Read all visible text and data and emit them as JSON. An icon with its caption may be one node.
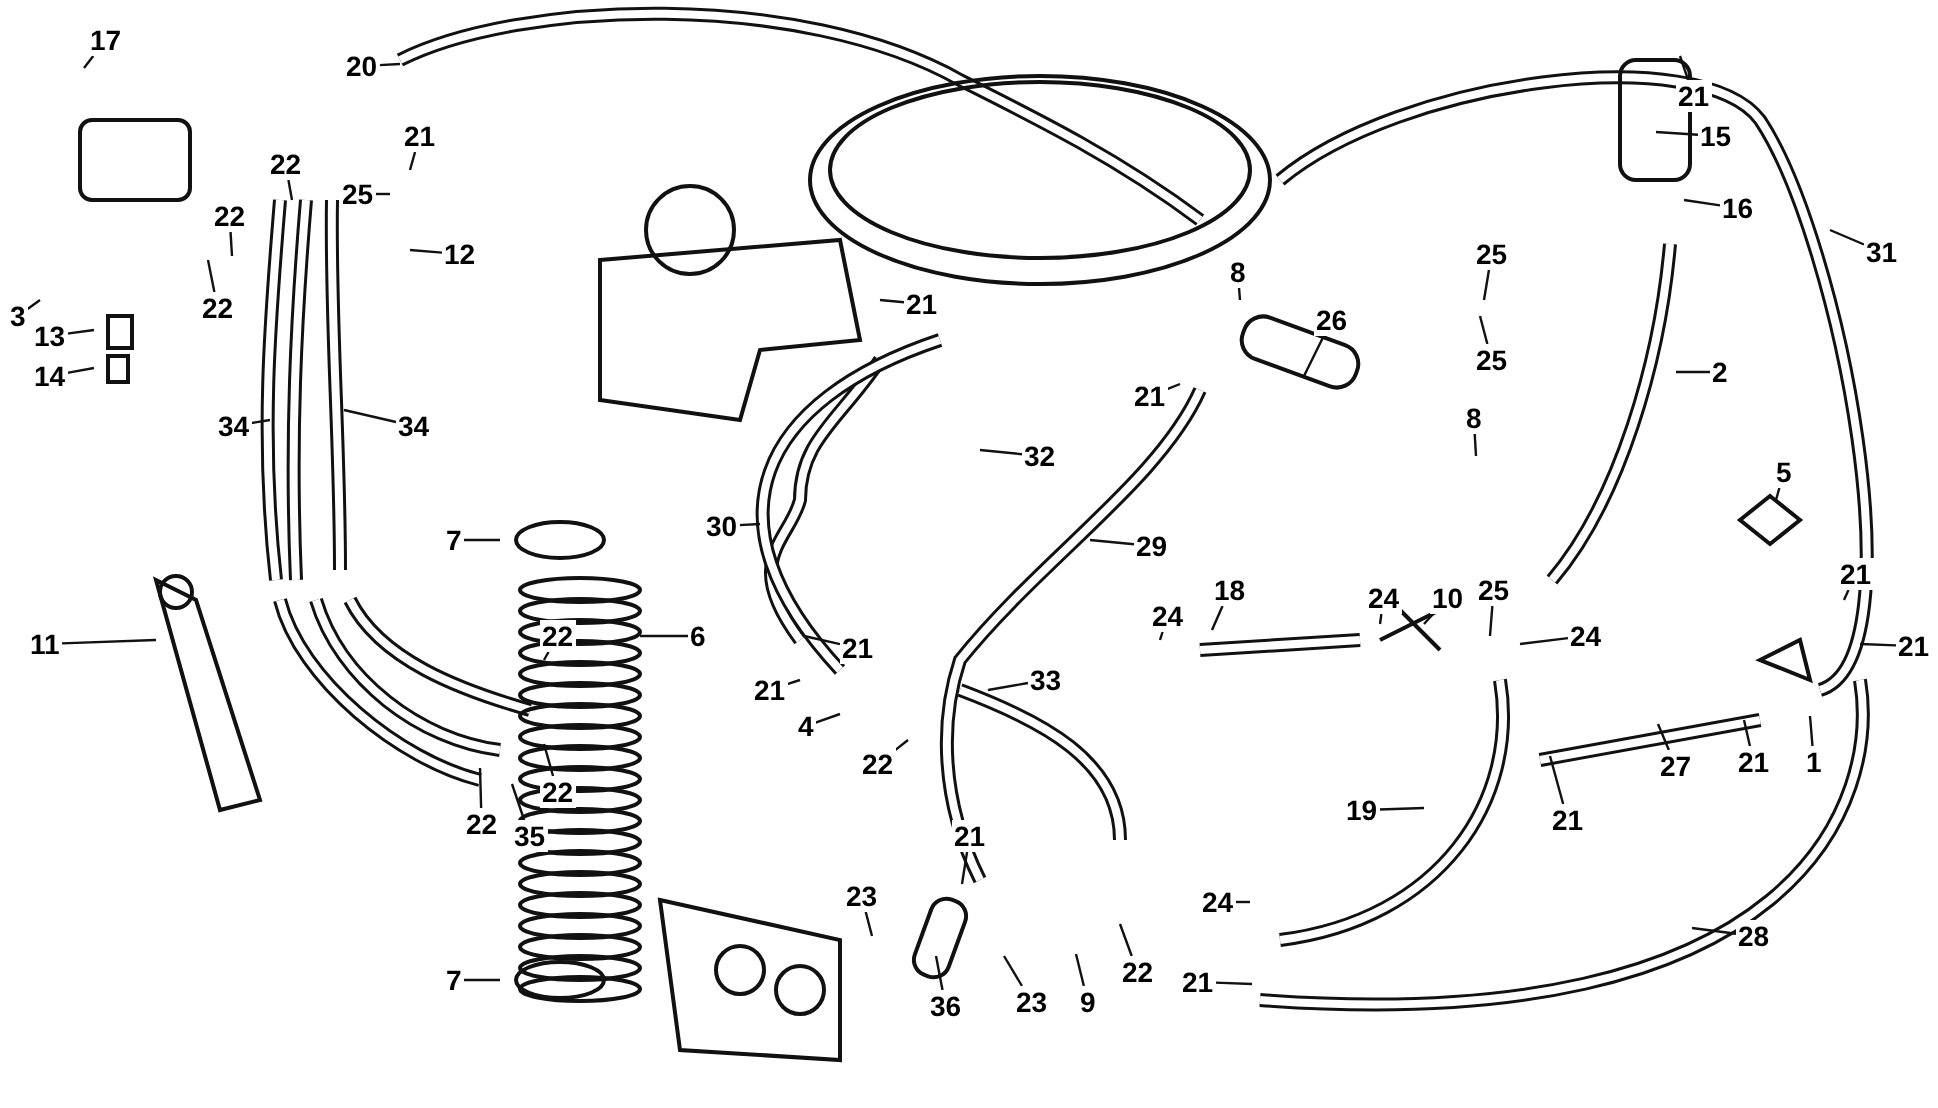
{
  "diagram": {
    "nodes": [
      {
        "text": [
          "17"
        ]
      },
      {
        "text": [
          "20"
        ]
      },
      {
        "text": [
          "21"
        ]
      },
      {
        "text": [
          "25"
        ]
      },
      {
        "text": [
          "22"
        ]
      },
      {
        "text": [
          "22"
        ]
      },
      {
        "text": [
          "22"
        ]
      },
      {
        "text": [
          "12"
        ]
      },
      {
        "text": [
          "3"
        ]
      },
      {
        "text": [
          "13"
        ]
      },
      {
        "text": [
          "14"
        ]
      },
      {
        "text": [
          "21"
        ]
      },
      {
        "text": [
          "21"
        ]
      },
      {
        "text": [
          "15"
        ]
      },
      {
        "text": [
          "16"
        ]
      },
      {
        "text": [
          "31"
        ]
      },
      {
        "text": [
          "8"
        ]
      },
      {
        "text": [
          "25"
        ]
      },
      {
        "text": [
          "25"
        ]
      },
      {
        "text": [
          "7"
        ]
      },
      {
        "text": [
          "34"
        ]
      },
      {
        "text": [
          "34"
        ]
      },
      {
        "text": [
          "8"
        ]
      },
      {
        "text": [
          "26"
        ]
      },
      {
        "text": [
          "21"
        ]
      },
      {
        "text": [
          "2"
        ]
      },
      {
        "text": [
          "32"
        ]
      },
      {
        "text": [
          "5"
        ]
      },
      {
        "text": [
          "30"
        ]
      },
      {
        "text": [
          "29"
        ]
      },
      {
        "text": [
          "21"
        ]
      },
      {
        "text": [
          "21"
        ]
      },
      {
        "text": [
          "6"
        ]
      },
      {
        "text": [
          "22"
        ]
      },
      {
        "text": [
          "11"
        ]
      },
      {
        "text": [
          "4"
        ]
      },
      {
        "text": [
          "22"
        ]
      },
      {
        "text": [
          "18"
        ]
      },
      {
        "text": [
          "24"
        ]
      },
      {
        "text": [
          "24"
        ]
      },
      {
        "text": [
          "10"
        ]
      },
      {
        "text": [
          "25"
        ]
      },
      {
        "text": [
          "24"
        ]
      },
      {
        "text": [
          "21"
        ]
      },
      {
        "text": [
          "21"
        ]
      },
      {
        "text": [
          "33"
        ]
      },
      {
        "text": [
          "1"
        ]
      },
      {
        "text": [
          "21"
        ]
      },
      {
        "text": [
          "21"
        ]
      },
      {
        "text": [
          "27"
        ]
      },
      {
        "text": [
          "22"
        ]
      },
      {
        "text": [
          "22"
        ]
      },
      {
        "text": [
          "35"
        ]
      },
      {
        "text": [
          "19"
        ]
      },
      {
        "text": [
          "21"
        ]
      },
      {
        "text": [
          "23"
        ]
      },
      {
        "text": [
          "28"
        ]
      },
      {
        "text": [
          "24"
        ]
      },
      {
        "text": [
          "22"
        ]
      },
      {
        "text": [
          "36"
        ]
      },
      {
        "text": [
          "23"
        ]
      },
      {
        "text": [
          "9"
        ]
      },
      {
        "text": [
          "7"
        ]
      },
      {
        "text": [
          "21"
        ]
      }
    ],
    "edges": [
      {
        "from": 0,
        "to": null,
        "arrow": "none"
      },
      {
        "from": 1,
        "to": null,
        "arrow": "none"
      },
      {
        "from": 2,
        "to": null,
        "arrow": "none"
      },
      {
        "from": 3,
        "to": null,
        "arrow": "none"
      },
      {
        "from": 4,
        "to": null,
        "arrow": "none"
      },
      {
        "from": 5,
        "to": null,
        "arrow": "none"
      },
      {
        "from": 6,
        "to": null,
        "arrow": "none"
      },
      {
        "from": 7,
        "to": null,
        "arrow": "none"
      },
      {
        "from": 8,
        "to": null,
        "arrow": "none"
      },
      {
        "from": 9,
        "to": null,
        "arrow": "none"
      },
      {
        "from": 10,
        "to": null,
        "arrow": "none"
      },
      {
        "from": 11,
        "to": null,
        "arrow": "none"
      },
      {
        "from": 12,
        "to": null,
        "arrow": "none"
      },
      {
        "from": 13,
        "to": null,
        "arrow": "none"
      },
      {
        "from": 14,
        "to": null,
        "arrow": "none"
      },
      {
        "from": 15,
        "to": null,
        "arrow": "none"
      },
      {
        "from": 16,
        "to": null,
        "arrow": "none"
      },
      {
        "from": 17,
        "to": null,
        "arrow": "none"
      },
      {
        "from": 18,
        "to": null,
        "arrow": "none"
      },
      {
        "from": 19,
        "to": null,
        "arrow": "none"
      },
      {
        "from": 20,
        "to": null,
        "arrow": "none"
      },
      {
        "from": 21,
        "to": null,
        "arrow": "none"
      },
      {
        "from": 22,
        "to": null,
        "arrow": "none"
      },
      {
        "from": 23,
        "to": null,
        "arrow": "none"
      },
      {
        "from": 24,
        "to": null,
        "arrow": "none"
      },
      {
        "from": 25,
        "to": null,
        "arrow": "none"
      },
      {
        "from": 26,
        "to": null,
        "arrow": "none"
      },
      {
        "from": 27,
        "to": null,
        "arrow": "none"
      },
      {
        "from": 28,
        "to": null,
        "arrow": "none"
      },
      {
        "from": 29,
        "to": null,
        "arrow": "none"
      },
      {
        "from": 30,
        "to": null,
        "arrow": "none"
      },
      {
        "from": 31,
        "to": null,
        "arrow": "none"
      },
      {
        "from": 32,
        "to": null,
        "arrow": "none"
      },
      {
        "from": 33,
        "to": null,
        "arrow": "none"
      },
      {
        "from": 34,
        "to": null,
        "arrow": "none"
      },
      {
        "from": 35,
        "to": null,
        "arrow": "none"
      },
      {
        "from": 36,
        "to": null,
        "arrow": "none"
      },
      {
        "from": 37,
        "to": null,
        "arrow": "none"
      },
      {
        "from": 38,
        "to": null,
        "arrow": "none"
      },
      {
        "from": 39,
        "to": null,
        "arrow": "none"
      },
      {
        "from": 40,
        "to": null,
        "arrow": "none"
      },
      {
        "from": 41,
        "to": null,
        "arrow": "none"
      },
      {
        "from": 42,
        "to": null,
        "arrow": "none"
      },
      {
        "from": 43,
        "to": null,
        "arrow": "none"
      },
      {
        "from": 44,
        "to": null,
        "arrow": "none"
      },
      {
        "from": 45,
        "to": null,
        "arrow": "none"
      },
      {
        "from": 46,
        "to": null,
        "arrow": "none"
      },
      {
        "from": 47,
        "to": null,
        "arrow": "none"
      },
      {
        "from": 48,
        "to": null,
        "arrow": "none"
      },
      {
        "from": 49,
        "to": null,
        "arrow": "none"
      },
      {
        "from": 50,
        "to": null,
        "arrow": "none"
      },
      {
        "from": 51,
        "to": null,
        "arrow": "none"
      },
      {
        "from": 52,
        "to": null,
        "arrow": "none"
      },
      {
        "from": 53,
        "to": null,
        "arrow": "none"
      },
      {
        "from": 54,
        "to": null,
        "arrow": "none"
      },
      {
        "from": 55,
        "to": null,
        "arrow": "none"
      },
      {
        "from": 56,
        "to": null,
        "arrow": "none"
      },
      {
        "from": 57,
        "to": null,
        "arrow": "none"
      },
      {
        "from": 58,
        "to": null,
        "arrow": "none"
      },
      {
        "from": 59,
        "to": null,
        "arrow": "none"
      },
      {
        "from": 60,
        "to": null,
        "arrow": "none"
      },
      {
        "from": 61,
        "to": null,
        "arrow": "none"
      },
      {
        "from": 62,
        "to": null,
        "arrow": "none"
      },
      {
        "from": 63,
        "to": null,
        "arrow": "none"
      }
    ]
  }
}
